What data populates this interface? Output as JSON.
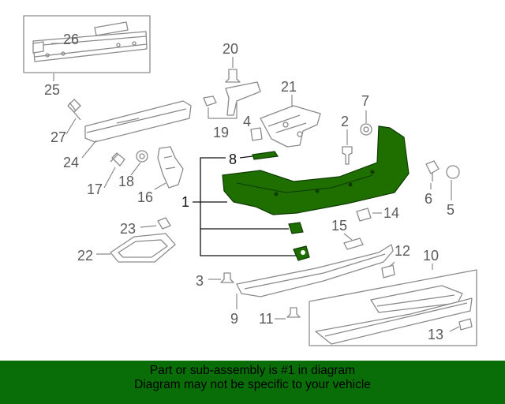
{
  "callouts": {
    "c1": "1",
    "c2": "2",
    "c3": "3",
    "c4": "4",
    "c5": "5",
    "c6": "6",
    "c7": "7",
    "c8": "8",
    "c9": "9",
    "c10": "10",
    "c11": "11",
    "c12": "12",
    "c13": "13",
    "c14": "14",
    "c15": "15",
    "c16": "16",
    "c17": "17",
    "c18": "18",
    "c19": "19",
    "c20": "20",
    "c21": "21",
    "c22": "22",
    "c23": "23",
    "c24": "24",
    "c25": "25",
    "c26": "26",
    "c27": "27"
  },
  "banner": {
    "line1": "Part or sub-assembly is #1 in diagram",
    "line2": "Diagram may not be specific to your vehicle"
  },
  "colors": {
    "highlight": "#1e6e00",
    "banner": "#0a6e08",
    "line": "#8a8a8a"
  }
}
